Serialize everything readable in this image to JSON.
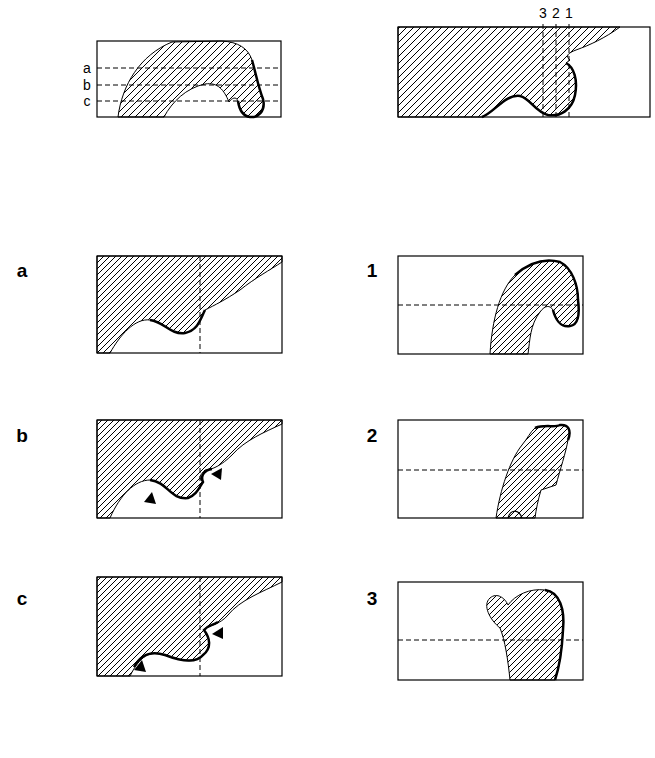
{
  "diagram": {
    "labels": [
      "a",
      "b",
      "c",
      "3",
      "2",
      "1",
      "a",
      "1",
      "b",
      "2",
      "c",
      "3"
    ]
  }
}
